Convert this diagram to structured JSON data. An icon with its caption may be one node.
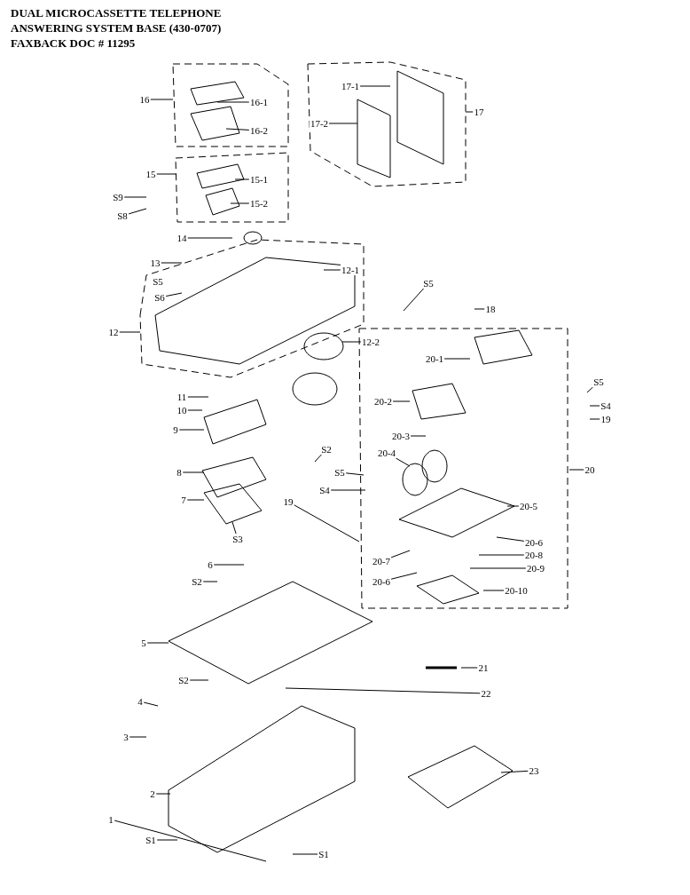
{
  "diagram": {
    "title": "DUAL MICROCASSETTE TELEPHONE ANSWERING SYSTEM BASE (430-0707) FAXBACK DOC # 11295",
    "nodes": [
      {
        "text": [
          "16"
        ]
      },
      {
        "text": [
          "16-1"
        ]
      },
      {
        "text": [
          "16-2"
        ]
      },
      {
        "text": [
          "15"
        ]
      },
      {
        "text": [
          "15-1"
        ]
      },
      {
        "text": [
          "15-2"
        ]
      },
      {
        "text": [
          "S9"
        ]
      },
      {
        "text": [
          "S8"
        ]
      },
      {
        "text": [
          "17-1"
        ]
      },
      {
        "text": [
          "17-2"
        ]
      },
      {
        "text": [
          "17"
        ]
      },
      {
        "text": [
          "14"
        ]
      },
      {
        "text": [
          "13"
        ]
      },
      {
        "text": [
          "S6"
        ]
      },
      {
        "text": [
          "12"
        ]
      },
      {
        "text": [
          "12-1"
        ]
      },
      {
        "text": [
          "12-2"
        ]
      },
      {
        "text": [
          "11"
        ]
      },
      {
        "text": [
          "10"
        ]
      },
      {
        "text": [
          "9"
        ]
      },
      {
        "text": [
          "8"
        ]
      },
      {
        "text": [
          "7"
        ]
      },
      {
        "text": [
          "S3"
        ]
      },
      {
        "text": [
          "S2"
        ]
      },
      {
        "text": [
          "S5"
        ]
      },
      {
        "text": [
          "S4"
        ]
      },
      {
        "text": [
          "19"
        ]
      },
      {
        "text": [
          "6"
        ]
      },
      {
        "text": [
          "S2"
        ]
      },
      {
        "text": [
          "5"
        ]
      },
      {
        "text": [
          "S2"
        ]
      },
      {
        "text": [
          "4"
        ]
      },
      {
        "text": [
          "3"
        ]
      },
      {
        "text": [
          "2"
        ]
      },
      {
        "text": [
          "1"
        ]
      },
      {
        "text": [
          "S1"
        ]
      },
      {
        "text": [
          "S1"
        ]
      },
      {
        "text": [
          "21"
        ]
      },
      {
        "text": [
          "22"
        ]
      },
      {
        "text": [
          "23"
        ]
      },
      {
        "text": [
          "S5"
        ]
      },
      {
        "text": [
          "18"
        ]
      },
      {
        "text": [
          "20-1"
        ]
      },
      {
        "text": [
          "20-2"
        ]
      },
      {
        "text": [
          "20-3"
        ]
      },
      {
        "text": [
          "20-4"
        ]
      },
      {
        "text": [
          "20-5"
        ]
      },
      {
        "text": [
          "20-6"
        ]
      },
      {
        "text": [
          "20-8"
        ]
      },
      {
        "text": [
          "20-9"
        ]
      },
      {
        "text": [
          "20-7"
        ]
      },
      {
        "text": [
          "20-6"
        ]
      },
      {
        "text": [
          "20-10"
        ]
      },
      {
        "text": [
          "20"
        ]
      },
      {
        "text": [
          "S5"
        ]
      },
      {
        "text": [
          "S4"
        ]
      },
      {
        "text": [
          "19"
        ]
      },
      {
        "text": [
          "S5"
        ]
      }
    ],
    "edges": [
      {
        "from": 0,
        "to": null,
        "arrow": "none"
      },
      {
        "from": 1,
        "to": null,
        "arrow": "none"
      },
      {
        "from": 2,
        "to": null,
        "arrow": "none"
      },
      {
        "from": 3,
        "to": null,
        "arrow": "none"
      },
      {
        "from": 4,
        "to": null,
        "arrow": "none"
      },
      {
        "from": 5,
        "to": null,
        "arrow": "none"
      },
      {
        "from": 6,
        "to": null,
        "arrow": "none"
      },
      {
        "from": 7,
        "to": null,
        "arrow": "none"
      },
      {
        "from": 8,
        "to": null,
        "arrow": "none"
      },
      {
        "from": 9,
        "to": null,
        "arrow": "none"
      },
      {
        "from": 10,
        "to": null,
        "arrow": "none"
      },
      {
        "from": 11,
        "to": null,
        "arrow": "none"
      },
      {
        "from": 12,
        "to": null,
        "arrow": "none"
      },
      {
        "from": 13,
        "to": null,
        "arrow": "none"
      },
      {
        "from": 14,
        "to": null,
        "arrow": "none"
      },
      {
        "from": 15,
        "to": null,
        "arrow": "none"
      },
      {
        "from": 16,
        "to": null,
        "arrow": "none"
      },
      {
        "from": 17,
        "to": null,
        "arrow": "none"
      },
      {
        "from": 18,
        "to": null,
        "arrow": "none"
      },
      {
        "from": 19,
        "to": null,
        "arrow": "none"
      },
      {
        "from": 20,
        "to": null,
        "arrow": "none"
      },
      {
        "from": 21,
        "to": null,
        "arrow": "none"
      },
      {
        "from": 22,
        "to": null,
        "arrow": "none"
      },
      {
        "from": 23,
        "to": null,
        "arrow": "none"
      },
      {
        "from": 24,
        "to": null,
        "arrow": "none"
      },
      {
        "from": 25,
        "to": null,
        "arrow": "none"
      },
      {
        "from": 26,
        "to": null,
        "arrow": "none"
      },
      {
        "from": 27,
        "to": null,
        "arrow": "none"
      },
      {
        "from": 28,
        "to": null,
        "arrow": "none"
      },
      {
        "from": 29,
        "to": null,
        "arrow": "none"
      },
      {
        "from": 30,
        "to": null,
        "arrow": "none"
      },
      {
        "from": 31,
        "to": null,
        "arrow": "none"
      },
      {
        "from": 32,
        "to": null,
        "arrow": "none"
      },
      {
        "from": 33,
        "to": null,
        "arrow": "none"
      },
      {
        "from": 34,
        "to": null,
        "arrow": "none"
      },
      {
        "from": 35,
        "to": null,
        "arrow": "none"
      },
      {
        "from": 36,
        "to": null,
        "arrow": "none"
      },
      {
        "from": 37,
        "to": null,
        "arrow": "none"
      },
      {
        "from": 38,
        "to": null,
        "arrow": "none"
      },
      {
        "from": 39,
        "to": null,
        "arrow": "none"
      },
      {
        "from": 40,
        "to": null,
        "arrow": "none"
      },
      {
        "from": 41,
        "to": null,
        "arrow": "none"
      },
      {
        "from": 42,
        "to": null,
        "arrow": "none"
      },
      {
        "from": 43,
        "to": null,
        "arrow": "none"
      },
      {
        "from": 44,
        "to": null,
        "arrow": "none"
      },
      {
        "from": 45,
        "to": null,
        "arrow": "none"
      },
      {
        "from": 46,
        "to": null,
        "arrow": "none"
      },
      {
        "from": 47,
        "to": null,
        "arrow": "none"
      },
      {
        "from": 48,
        "to": null,
        "arrow": "none"
      },
      {
        "from": 49,
        "to": null,
        "arrow": "none"
      },
      {
        "from": 50,
        "to": null,
        "arrow": "none"
      },
      {
        "from": 51,
        "to": null,
        "arrow": "none"
      },
      {
        "from": 52,
        "to": null,
        "arrow": "none"
      },
      {
        "from": 53,
        "to": null,
        "arrow": "none"
      },
      {
        "from": 54,
        "to": null,
        "arrow": "none"
      },
      {
        "from": 55,
        "to": null,
        "arrow": "none"
      },
      {
        "from": 56,
        "to": null,
        "arrow": "none"
      }
    ]
  }
}
